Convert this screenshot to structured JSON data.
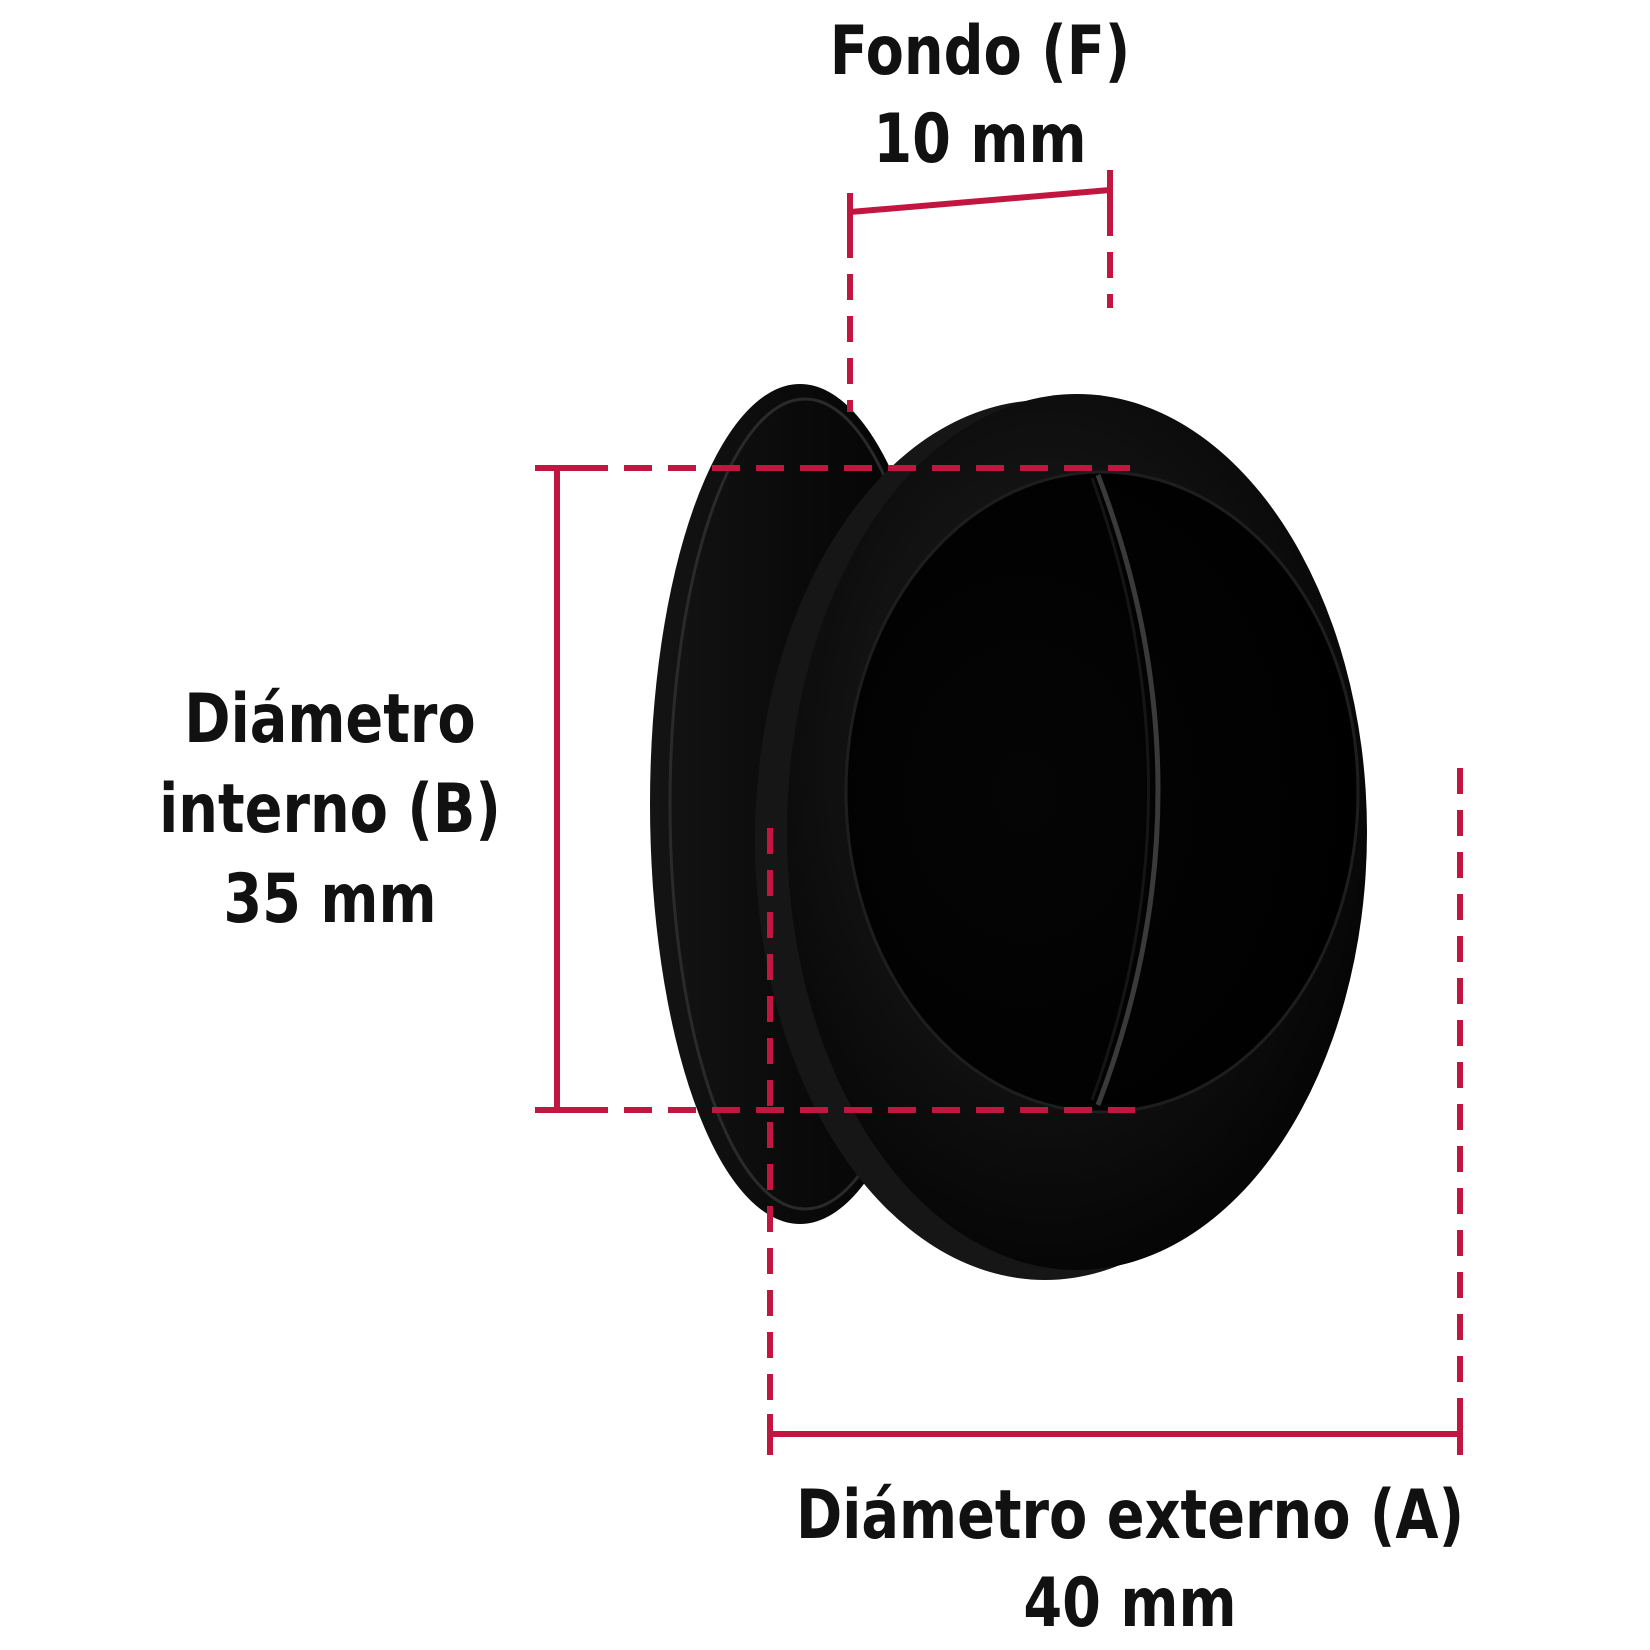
{
  "labels": {
    "depth": {
      "title": "Fondo (F)",
      "value": "10 mm"
    },
    "inner_diameter": {
      "line1": "Diámetro",
      "line2": "interno (B)",
      "value": "35 mm"
    },
    "outer_diameter": {
      "title": "Diámetro externo (A)",
      "value": "40 mm"
    }
  },
  "colors": {
    "dimension_line": "#c1163f",
    "product": "#0a0a0a",
    "text": "#111111",
    "background": "#ffffff"
  },
  "product": {
    "icon": "recessed-round-pull-handle"
  }
}
